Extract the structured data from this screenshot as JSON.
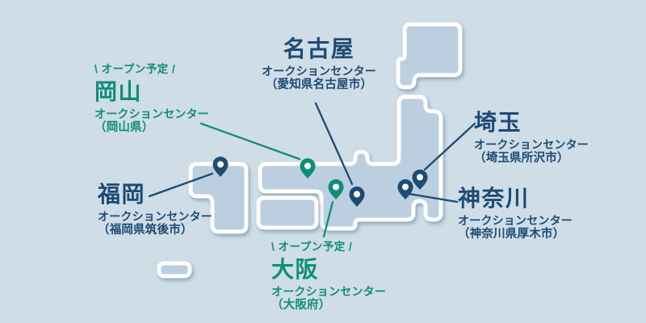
{
  "colors": {
    "background": "#cfdde6",
    "map_fill": "#bccfe0",
    "map_border": "#ffffff",
    "navy": "#1d4b74",
    "teal": "#0e8e79"
  },
  "locations": [
    {
      "id": "nagoya",
      "city": "名古屋",
      "facility": "オークションセンター",
      "address": "（愛知県名古屋市）",
      "color": "navy"
    },
    {
      "id": "okayama",
      "city": "岡山",
      "facility": "オークションセンター",
      "address": "（岡山県）",
      "status": "\\ オープン予定 /",
      "color": "teal"
    },
    {
      "id": "fukuoka",
      "city": "福岡",
      "facility": "オークションセンター",
      "address": "（福岡県筑後市）",
      "color": "navy"
    },
    {
      "id": "saitama",
      "city": "埼玉",
      "facility": "オークションセンター",
      "address": "（埼玉県所沢市）",
      "color": "navy"
    },
    {
      "id": "kanagawa",
      "city": "神奈川",
      "facility": "オークションセンター",
      "address": "（神奈川県厚木市）",
      "color": "navy"
    },
    {
      "id": "osaka",
      "city": "大阪",
      "facility": "オークションセンター",
      "address": "（大阪府）",
      "status": "\\ オープン予定 /",
      "color": "teal"
    }
  ]
}
